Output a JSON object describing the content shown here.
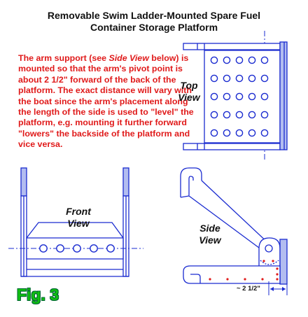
{
  "title": {
    "line1": "Removable Swim Ladder-Mounted Spare Fuel",
    "line2": "Container Storage Platform"
  },
  "note": {
    "part1": "The arm support (see ",
    "emph": "Side View",
    "part2": " below) is mounted so that the arm's pivot point is about 2 1/2\" forward of the back of the platform.  The exact distance will vary with the boat since the arm's placement along the length of the side is used to \"level\" the platform, e.g. mounting it further forward \"lowers\" the backside of the platform and vice versa."
  },
  "views": {
    "top_line1": "Top",
    "top_line2": "View",
    "front_line1": "Front",
    "front_line2": "View",
    "side_line1": "Side",
    "side_line2": "View"
  },
  "figure_label": "Fig. 3",
  "dimension_label": "~ 2 1/2\"",
  "colors": {
    "line": "#1a2bd0",
    "fill": "#b3bdf0",
    "note_text": "#e01a1a",
    "figure_label": "#11c011",
    "bolt": "#e01a1a"
  }
}
